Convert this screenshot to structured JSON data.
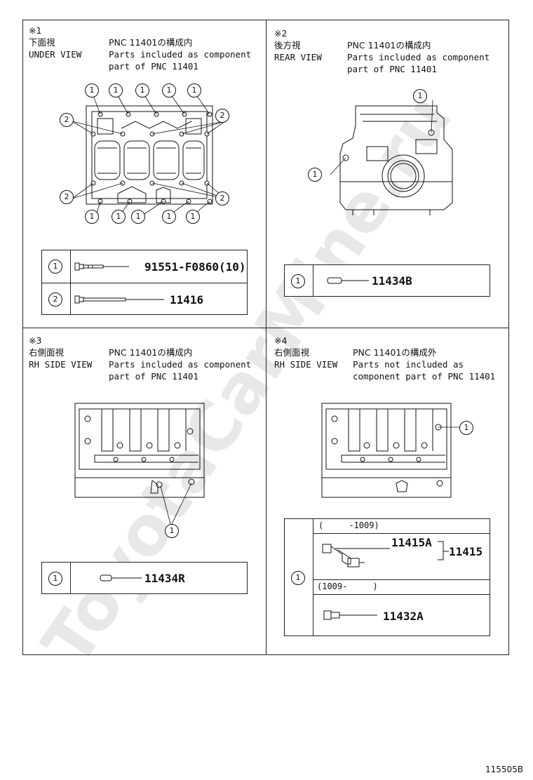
{
  "panels": {
    "p1": {
      "mark": "※1",
      "view_jp": "下面視",
      "view_en": "UNDER VIEW",
      "pnc_jp": "PNC 11401の構成内",
      "desc_1": "Parts included as component",
      "desc_2": "part of PNC 11401",
      "callout_1": "1",
      "callout_2": "2",
      "parts": [
        {
          "ref": "1",
          "number": "91551-F0860(10)"
        },
        {
          "ref": "2",
          "number": "11416"
        }
      ]
    },
    "p2": {
      "mark": "※2",
      "view_jp": "後方視",
      "view_en": "REAR VIEW",
      "pnc_jp": "PNC 11401の構成内",
      "desc_1": "Parts included as component",
      "desc_2": "part of PNC 11401",
      "callout_1": "1",
      "parts": [
        {
          "ref": "1",
          "number": "11434B"
        }
      ]
    },
    "p3": {
      "mark": "※3",
      "view_jp": "右側面視",
      "view_en": "RH SIDE VIEW",
      "pnc_jp": "PNC 11401の構成内",
      "desc_1": "Parts included as component",
      "desc_2": "part of PNC 11401",
      "callout_1": "1",
      "parts": [
        {
          "ref": "1",
          "number": "11434R"
        }
      ]
    },
    "p4": {
      "mark": "※4",
      "view_jp": "右側面視",
      "view_en": "RH SIDE VIEW",
      "pnc_jp": "PNC 11401の構成外",
      "desc_1": "Parts not included as",
      "desc_2": "component part of PNC 11401",
      "callout_1": "1",
      "ref": "1",
      "range_1": "(     -1009)",
      "range_2": "(1009-     )",
      "part_a": "11415A",
      "part_assy": "11415",
      "part_b": "11432A"
    }
  },
  "watermark": "ToyotaCarMine.ru",
  "footer_code": "115505B"
}
